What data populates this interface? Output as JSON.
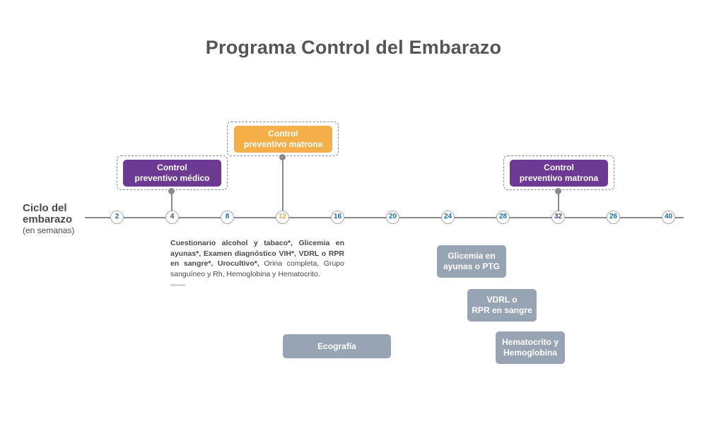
{
  "title": "Programa Control del Embarazo",
  "cycle": {
    "label_line1": "Ciclo del",
    "label_line2": "embarazo",
    "label_sub": "(en semanas)"
  },
  "weeks": [
    {
      "label": "2",
      "color": "#1a6fb5"
    },
    {
      "label": "4",
      "color": "#6d3a93"
    },
    {
      "label": "8",
      "color": "#1a6fb5"
    },
    {
      "label": "12",
      "color": "#f5af49"
    },
    {
      "label": "16",
      "color": "#1a6fb5"
    },
    {
      "label": "20",
      "color": "#1a6fb5"
    },
    {
      "label": "24",
      "color": "#1a6fb5"
    },
    {
      "label": "28",
      "color": "#1a6fb5"
    },
    {
      "label": "32",
      "color": "#6d3a93"
    },
    {
      "label": "26",
      "color": "#1a6fb5"
    },
    {
      "label": "40",
      "color": "#1a6fb5"
    }
  ],
  "controls": {
    "medico": {
      "line1": "Control",
      "line2": "preventivo médico",
      "color": "#6d3a93"
    },
    "matrona12": {
      "line1": "Control",
      "line2": "preventivo matrona",
      "color": "#f5af49"
    },
    "matrona32": {
      "line1": "Control",
      "line2": "preventivo matrona",
      "color": "#6d3a93"
    }
  },
  "exams_text": {
    "bold": "Cuestionario alcohol y tabaco*, Glicemia en ayunas*, Examen diagnóstico VIH*, VDRL o RPR en sangre*, Urocultivo*,",
    "regular": " Orina completa, Grupo sanguíneo y Rh, Hemoglobina y Hematocrito."
  },
  "exams": {
    "ecografia": "Ecografía",
    "glicemia_line1": "Glicemia en",
    "glicemia_line2": "ayunas o PTG",
    "vdrl_line1": "VDRL o",
    "vdrl_line2": "RPR en sangre",
    "hemato_line1": "Hematocrito y",
    "hemato_line2": "Hemoglobina"
  },
  "colors": {
    "purple": "#6d3a93",
    "orange": "#f5af49",
    "gray": "#97a4b3",
    "blue": "#1a6fb5"
  }
}
